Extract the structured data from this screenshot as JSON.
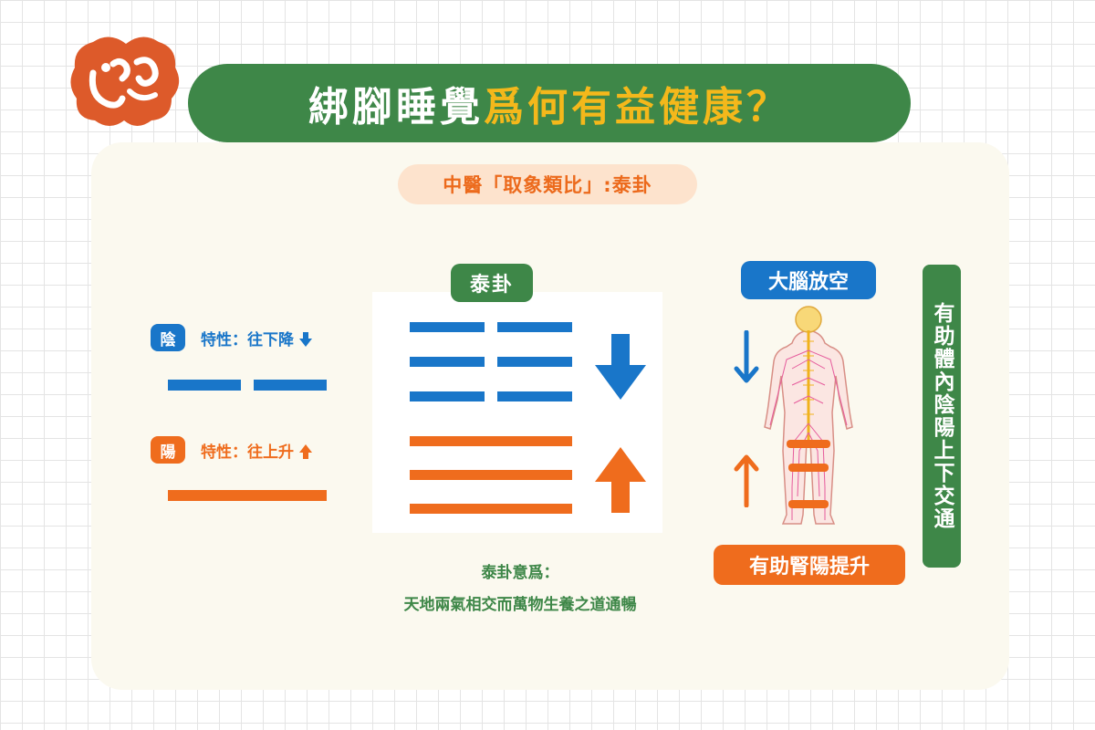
{
  "header": {
    "title_part1": "綁腳睡覺",
    "title_part2": "爲何有益健康？"
  },
  "subtitle": "中醫「取象類比」:泰卦",
  "legend": {
    "yin_tag": "陰",
    "yin_trait": "特性：往下降",
    "yang_tag": "陽",
    "yang_trait": "特性：往上升"
  },
  "hexagram": {
    "label": "泰卦",
    "caption_line1": "泰卦意爲：",
    "caption_line2": "天地兩氣相交而萬物生養之道通暢"
  },
  "body_side": {
    "brain_label": "大腦放空",
    "kidney_label": "有助腎陽提升",
    "vertical_label": "有助體內陰陽上下交通"
  },
  "colors": {
    "green": "#3e8748",
    "blue": "#1976c9",
    "orange": "#ef6c1d",
    "yellow": "#f4b81b",
    "logo_red": "#dd5a2a"
  }
}
